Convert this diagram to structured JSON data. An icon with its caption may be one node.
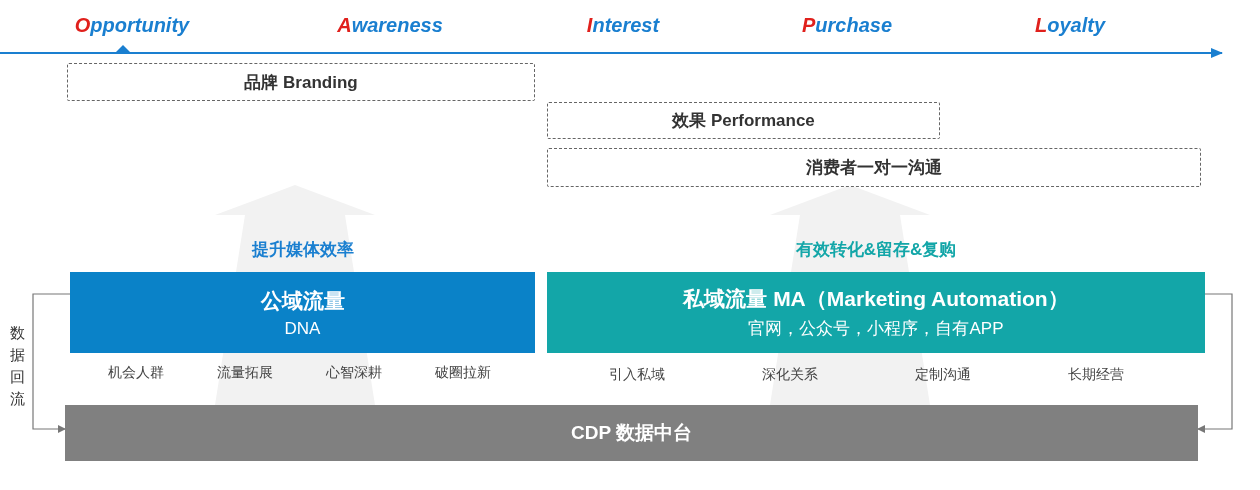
{
  "diagram": {
    "nodes": [
      {
        "text": [
          "品牌 Branding"
        ]
      },
      {
        "text": [
          "效果 Performance"
        ]
      },
      {
        "text": [
          "消费者一对一沟通"
        ]
      },
      {
        "text": [
          "公域流量",
          "DNA"
        ],
        "beside": [
          "提升媒体效率"
        ]
      },
      {
        "text": [
          "私域流量 MA（Marketing Automation）",
          "官网，公众号，小程序，自有APP"
        ],
        "beside": [
          "有效转化&留存&复购"
        ]
      },
      {
        "text": [
          "CDP 数据中台"
        ]
      }
    ],
    "edges": [
      {
        "from": 3,
        "to": 5,
        "arrow": "to",
        "label": "数据回流"
      },
      {
        "from": 4,
        "to": 5,
        "arrow": "to"
      }
    ],
    "labels": [
      "Opportunity",
      "Awareness",
      "Interest",
      "Purchase",
      "Loyalty",
      "机会人群",
      "流量拓展",
      "心智深耕",
      "破圈拉新",
      "引入私域",
      "深化关系",
      "定制沟通",
      "长期经营"
    ]
  }
}
